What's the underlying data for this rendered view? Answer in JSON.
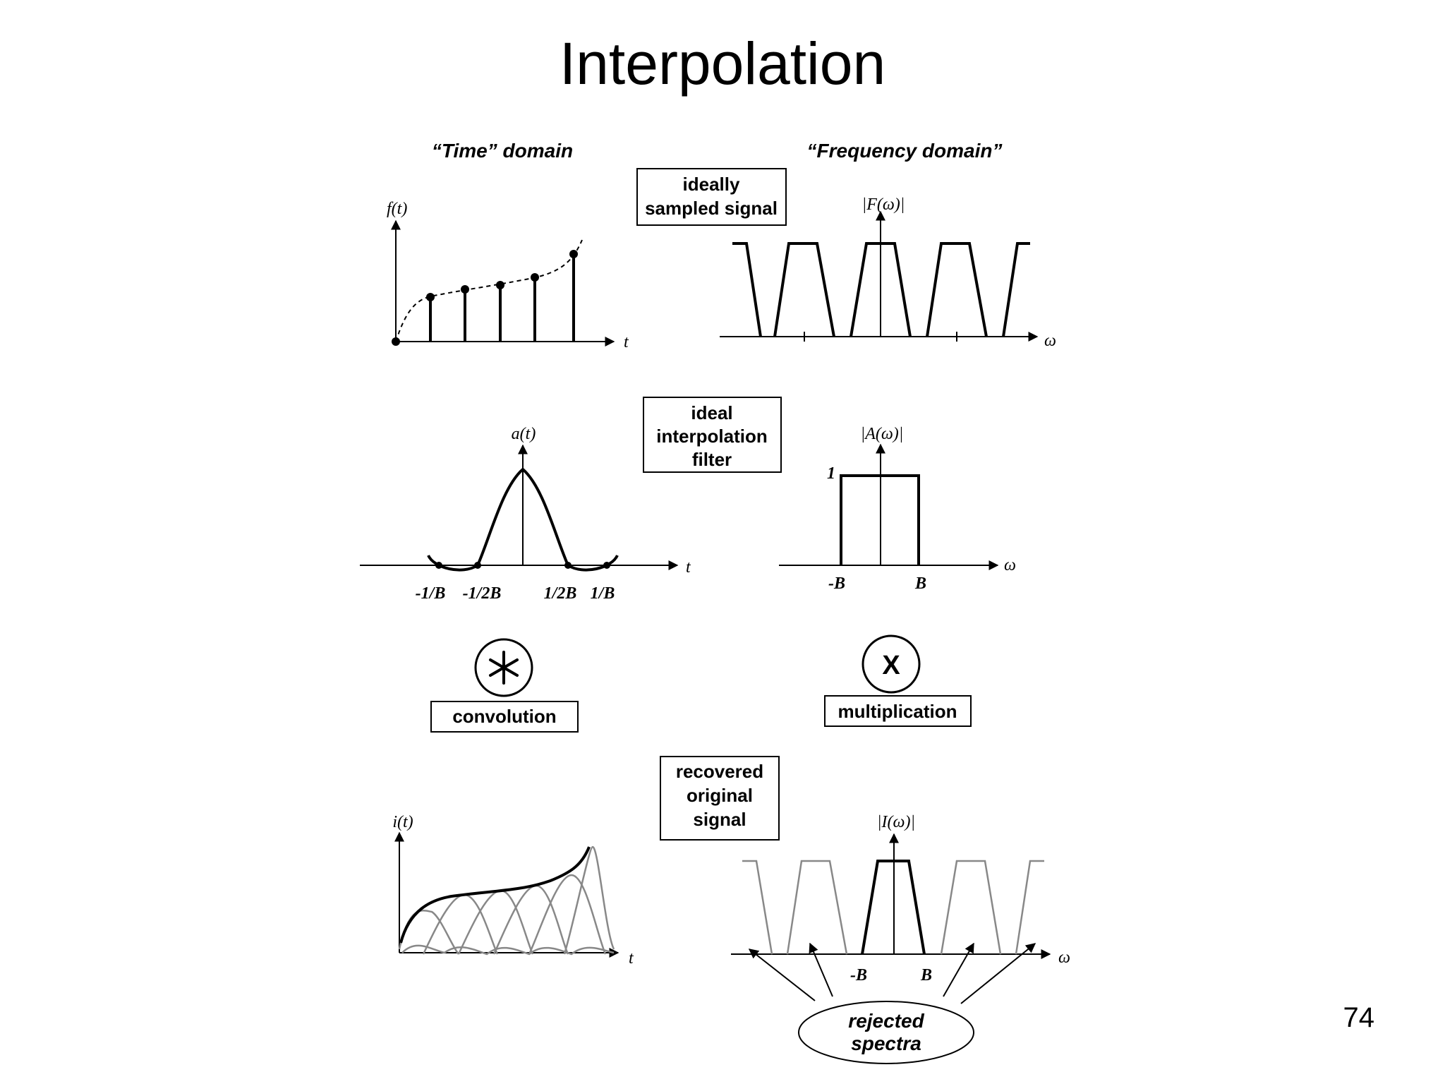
{
  "title": "Interpolation",
  "page_number": "74",
  "headers": {
    "time": "“Time” domain",
    "frequency": "“Frequency domain”"
  },
  "boxes": {
    "sampled": [
      "ideally",
      "sampled signal"
    ],
    "filter": [
      "ideal",
      "interpolation",
      "filter"
    ],
    "recovered": [
      "recovered",
      "original",
      "signal"
    ],
    "convolution": "convolution",
    "multiplication": "multiplication",
    "rejected": [
      "rejected",
      "spectra"
    ]
  },
  "operators": {
    "convolution_symbol": "*",
    "multiplication_symbol": "X"
  },
  "labels": {
    "f_t": "f(t)",
    "F_w": "|F(ω)|",
    "a_t": "a(t)",
    "A_w": "|A(ω)|",
    "i_t": "i(t)",
    "I_w": "|I(ω)|",
    "t": "t",
    "omega": "ω",
    "one": "1",
    "minus_1_B": "-1/B",
    "minus_1_2B": "-1/2B",
    "plus_1_2B": "1/2B",
    "plus_1_B": "1/B",
    "minus_B": "-B",
    "plus_B": "B",
    "minus_B2": "-B",
    "plus_B2": "B"
  }
}
